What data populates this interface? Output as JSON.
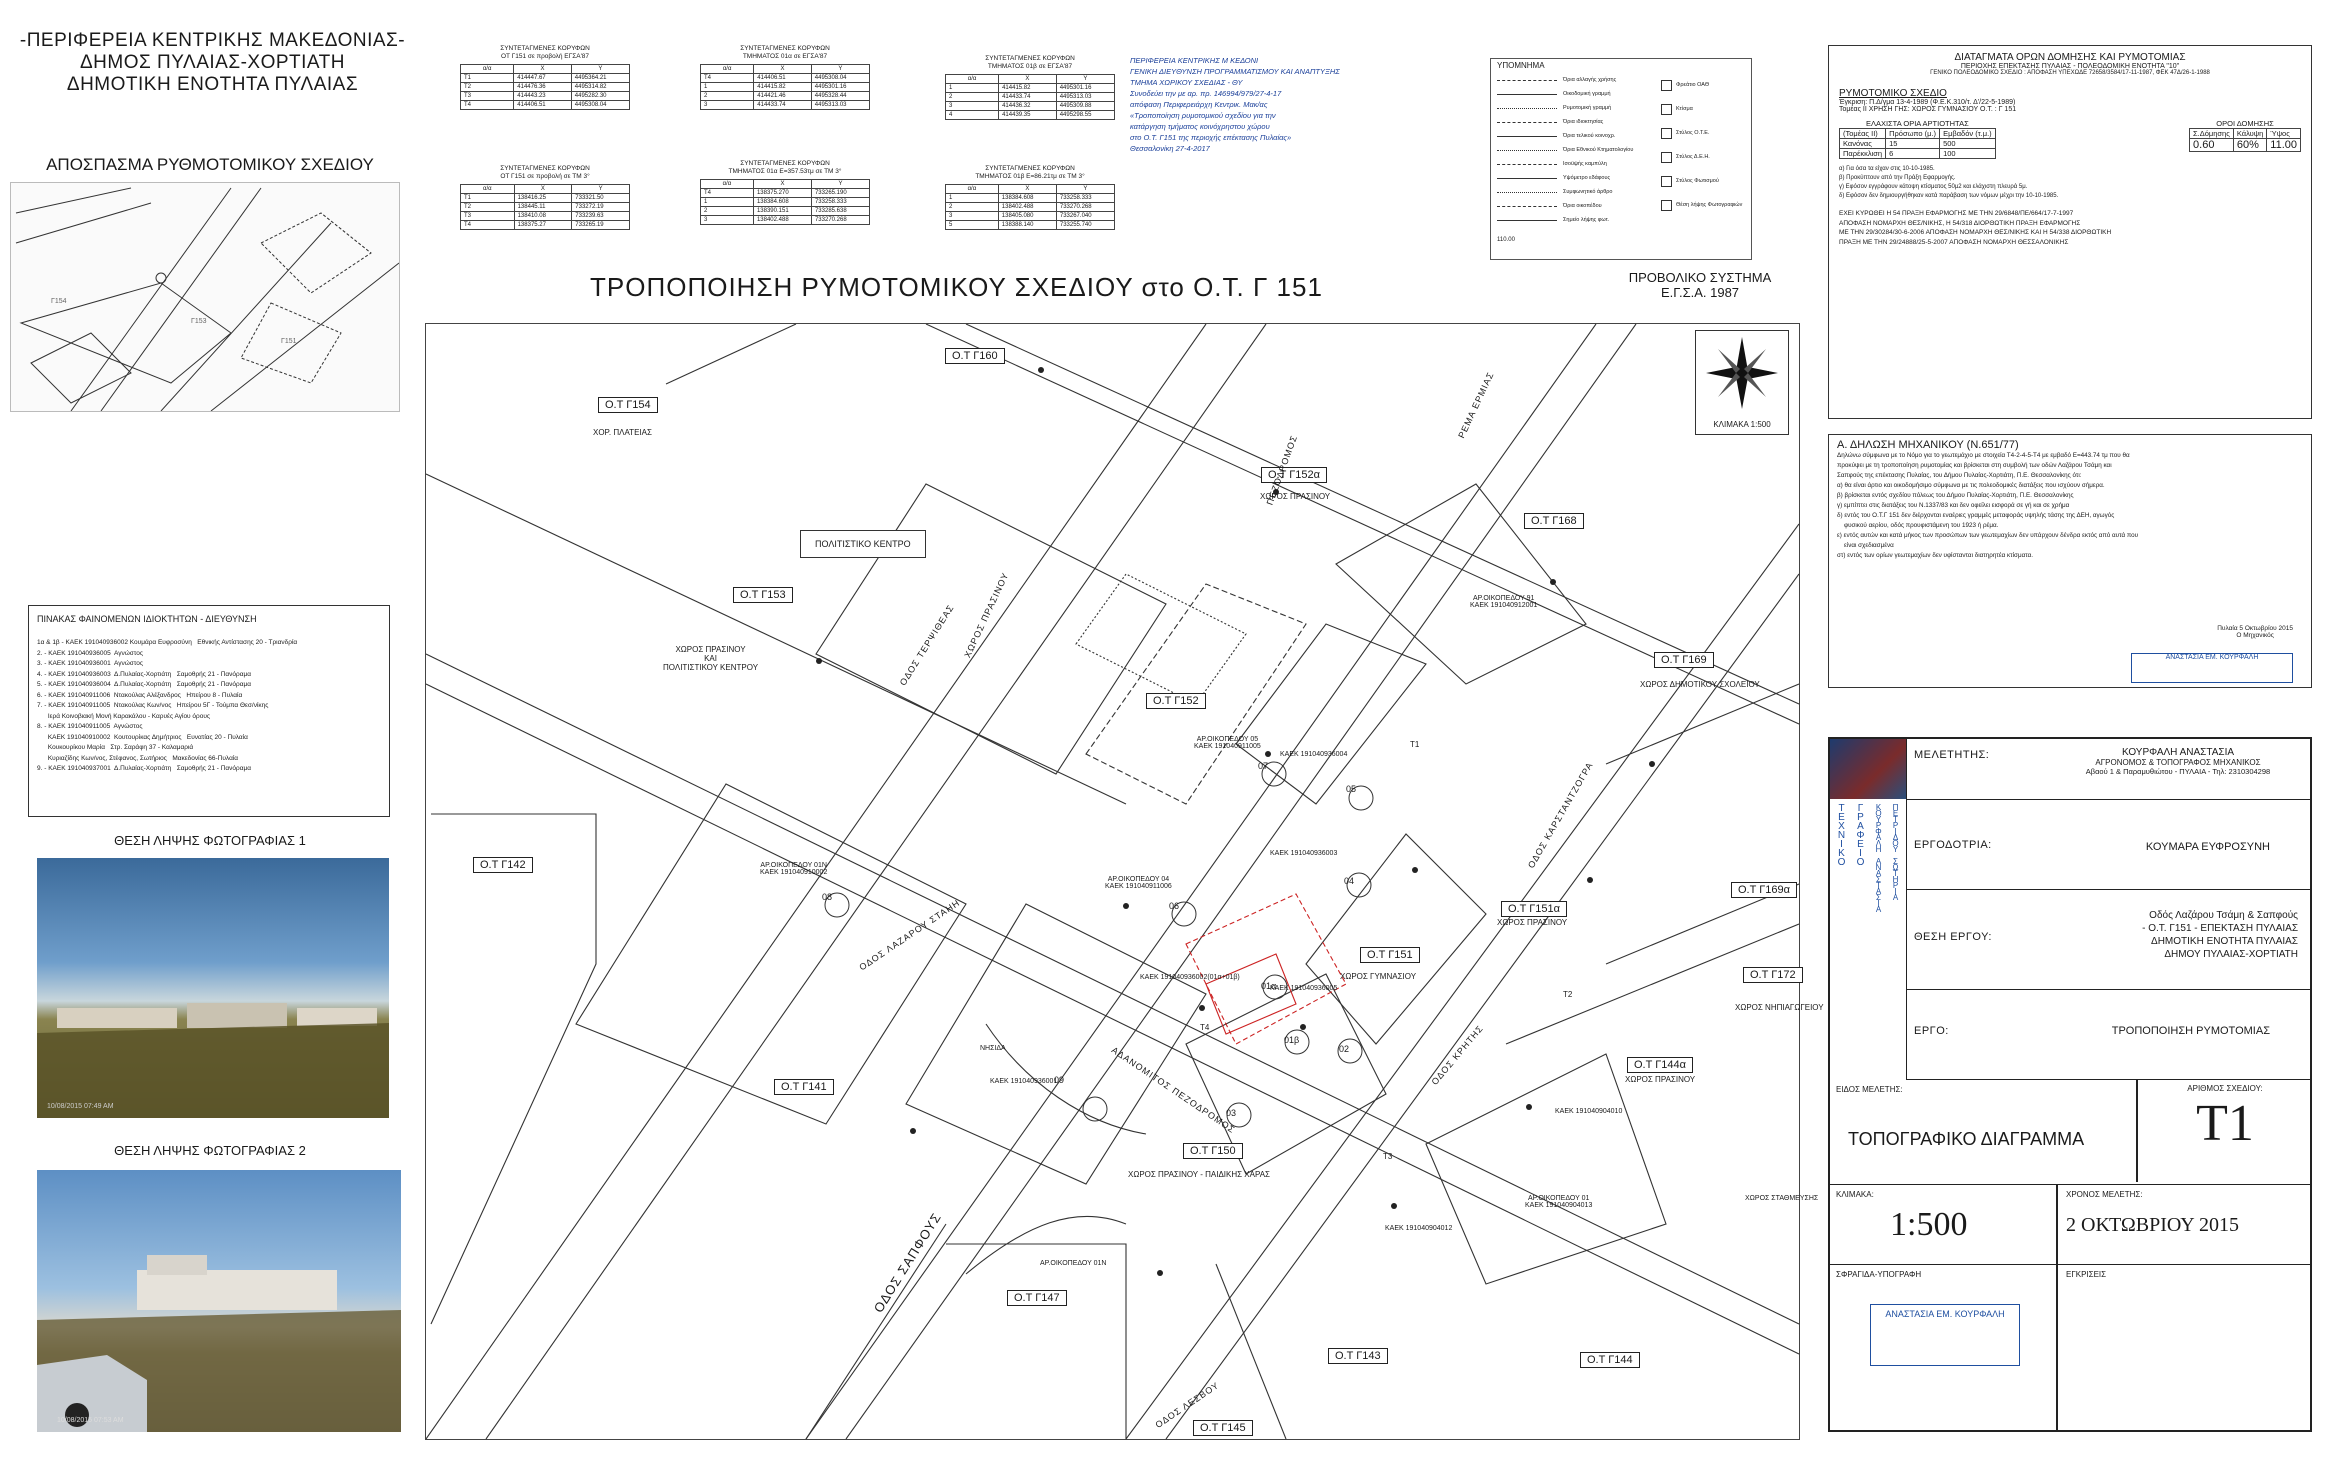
{
  "header_left": {
    "line1": "-ΠΕΡΙΦΕΡΕΙΑ ΚΕΝΤΡΙΚΗΣ ΜΑΚΕΔΟΝΙΑΣ-",
    "line2": "ΔΗΜΟΣ ΠΥΛΑΙΑΣ-ΧΟΡΤΙΑΤΗ",
    "line3": "ΔΗΜΟΤΙΚΗ ΕΝΟΤΗΤΑ ΠΥΛΑΙΑΣ"
  },
  "excerpt_title": "ΑΠΟΣΠΑΣΜΑ ΡΥΘΜΟΤΟΜΙΚΟΥ ΣΧΕΔΙΟΥ",
  "owners_table": {
    "title": "ΠΙΝΑΚΑΣ ΦΑΙΝΟΜΕΝΩΝ ΙΔΙΟΚΤΗΤΩΝ - ΔΙΕΥΘΥΝΣΗ",
    "rows": [
      "1α & 1β - ΚΑΕΚ 191040936002 Κουμάρα Ευφροσύνη   Εθνικής Αντίστασης 20 - Τριανδρία",
      "2. - ΚΑΕΚ 191040936005  Αγνώστος",
      "3. - ΚΑΕΚ 191040936001  Αγνώστος",
      "4. - ΚΑΕΚ 191040936003  Δ.Πυλαίας-Χορτιάτη   Σαμοθρής 21 - Πανόραμα",
      "5. - ΚΑΕΚ 191040936004  Δ.Πυλαίας-Χορτιάτη   Σαμοθρής 21 - Πανόραμα",
      "6. - ΚΑΕΚ 191040911006  Ντακούλας Αλέξανδρος   Ηπείρου 8 - Πυλαία",
      "7. - ΚΑΕΚ 191040911005  Ντακούλας Κων/νος   Ηπείρου 5Γ - Τούμπα Θεσ/νίκης",
      "      Ιερά Κοινοβιακή Μονή Καρακάλου - Καρυές Αγίου όρους",
      "8. - ΚΑΕΚ 191040911005  Αγνώστος",
      "      ΚΑΕΚ 191040910002  Κουτουρίκας Δημήτριος   Ευνατίας 20 - Πυλαία",
      "      Κουκουρίκου Μαρία   Στρ. Σαράφη 37 - Καλαμαριά",
      "      Κυριαζίδης Κων/νος, Στέφανος, Σωτήριος   Μακεδονίας 66-Πυλαία",
      "9. - ΚΑΕΚ 191040937001  Δ.Πυλαίας-Χορτιάτη   Σαμοθρής 21 - Πανόραμα"
    ]
  },
  "photo1": {
    "title": "ΘΕΣΗ ΛΗΨΗΣ ΦΩΤΟΓΡΑΦΙΑΣ 1",
    "stamp": "10/08/2015 07:49 AM"
  },
  "photo2": {
    "title": "ΘΕΣΗ ΛΗΨΗΣ ΦΩΤΟΓΡΑΦΙΑΣ 2",
    "stamp": "10/08/2015 07:53 AM"
  },
  "coord_tables": [
    {
      "title": "ΣΥΝΤΕΤΑΓΜΕΝΕΣ ΚΟΡΥΦΩΝ\nΟΤ Γ151 σε προβολή ΕΓΣΑ'87",
      "header": [
        "α/α",
        "Χ",
        "Υ"
      ],
      "rows": [
        [
          "Τ1",
          "414447.67",
          "4495364.21"
        ],
        [
          "Τ2",
          "414476.36",
          "4495314.82"
        ],
        [
          "Τ3",
          "414443.23",
          "4495282.30"
        ],
        [
          "Τ4",
          "414406.51",
          "4495308.04"
        ]
      ]
    },
    {
      "title": "ΣΥΝΤΕΤΑΓΜΕΝΕΣ ΚΟΡΥΦΩΝ\nΤΜΗΜΑΤΟΣ 01α σε ΕΓΣΑ'87",
      "header": [
        "α/α",
        "Χ",
        "Υ"
      ],
      "rows": [
        [
          "Τ4",
          "414406.51",
          "4495308.04"
        ],
        [
          "1",
          "414415.82",
          "4495301.16"
        ],
        [
          "2",
          "414421.46",
          "4495328.44"
        ],
        [
          "3",
          "414433.74",
          "4495313.03"
        ]
      ]
    },
    {
      "title": "ΣΥΝΤΕΤΑΓΜΕΝΕΣ ΚΟΡΥΦΩΝ\nΤΜΗΜΑΤΟΣ 01β σε ΕΓΣΑ'87",
      "header": [
        "α/α",
        "Χ",
        "Υ"
      ],
      "rows": [
        [
          "1",
          "414415.82",
          "4495301.16"
        ],
        [
          "2",
          "414433.74",
          "4495313.03"
        ],
        [
          "3",
          "414436.32",
          "4495309.88"
        ],
        [
          "4",
          "414439.35",
          "4495298.55"
        ]
      ]
    },
    {
      "title": "ΣΥΝΤΕΤΑΓΜΕΝΕΣ ΚΟΡΥΦΩΝ\nΟΤ Γ151 σε προβολή σε ΤΜ 3°",
      "header": [
        "α/α",
        "Χ",
        "Υ"
      ],
      "rows": [
        [
          "Τ1",
          "138416.25",
          "733321.50"
        ],
        [
          "Τ2",
          "138445.11",
          "733272.19"
        ],
        [
          "Τ3",
          "138410.08",
          "733239.63"
        ],
        [
          "Τ4",
          "138375.27",
          "733265.19"
        ]
      ]
    },
    {
      "title": "ΣΥΝΤΕΤΑΓΜΕΝΕΣ ΚΟΡΥΦΩΝ\nΤΜΗΜΑΤΟΣ 01α Ε=357.53τμ σε ΤΜ 3°",
      "header": [
        "α/α",
        "Χ",
        "Υ"
      ],
      "rows": [
        [
          "Τ4",
          "138375.270",
          "733265.190"
        ],
        [
          "1",
          "138384.608",
          "733258.333"
        ],
        [
          "2",
          "138390.151",
          "733285.638"
        ],
        [
          "3",
          "138402.488",
          "733270.268"
        ]
      ]
    },
    {
      "title": "ΣΥΝΤΕΤΑΓΜΕΝΕΣ ΚΟΡΥΦΩΝ\nΤΜΗΜΑΤΟΣ 01β Ε=86.21τμ σε ΤΜ 3°",
      "header": [
        "α/α",
        "Χ",
        "Υ"
      ],
      "rows": [
        [
          "1",
          "138384.608",
          "733258.333"
        ],
        [
          "2",
          "138402.488",
          "733270.268"
        ],
        [
          "3",
          "138405.080",
          "733267.040"
        ],
        [
          "5",
          "138388.140",
          "733255.740"
        ]
      ]
    }
  ],
  "approval_stamp": {
    "lines": [
      "ΠΕΡΙΦΕΡΕΙΑ ΚΕΝΤΡΙΚΗΣ Μ ΚΕΔΟΝΙ",
      "ΓΕΝΙΚΗ ΔΙΕΥΘΥΝΣΗ ΠΡΟΓΡΑΜΜΑΤΙΣΜΟΥ ΚΑΙ ΑΝΑΠΤΥΞΗΣ",
      "ΤΜΗΜΑ ΧΩΡΙΚΟΥ ΣΧΕΔΙΑΣ - ΘΥ",
      "Συνοδεύει την με αρ. πρ. 146994/979/27-4-17",
      "απόφαση Περιφερειάρχη Κεντρικ. Μακ/ας",
      "«Τροποποίηση ρυμοτομικού σχεδίου για την",
      "κατάργηση τμήματος κοινόχρηστου χώρου",
      "στο Ο.Τ. Γ151 της περιοχής επέκτασης Πυλαίας»",
      "Θεσσαλονίκη 27-4-2017"
    ]
  },
  "legend": {
    "title": "ΥΠΟΜΝΗΜΑ",
    "items": [
      "Όρια αλλαγής χρήσης",
      "Οικοδομική γραμμή",
      "Ρυμοτομική γραμμή",
      "Όρια ιδιοκτησίας",
      "Όρια τελικού κοινοχρ.",
      "Όρια Εθνικού Κτηματολογίου",
      "Ισοϋψής καμπύλη",
      "Υψόμετρο εδάφους",
      "Συμφωνητικό άρθρο",
      "Όρια οικοπέδου",
      "Σημείο λήψης φωτ."
    ],
    "right_items": [
      "Φρεάτιο ΟΑΘ",
      "Κτίσμα",
      "Στύλος Ο.Τ.Ε.",
      "Στύλος Δ.Ε.Η.",
      "Στύλος Φωτισμού",
      "Θέση λήψης Φωτογραφιών"
    ],
    "elev": "110.00"
  },
  "main_title": "ΤΡΟΠΟΠΟΙΗΣΗ ΡΥΜΟΤΟΜΙΚΟΥ ΣΧΕΔΙΟΥ στο Ο.Τ. Γ 151",
  "projection": {
    "line1": "ΠΡΟΒΟΛΙΚΟ ΣΥΣΤΗΜΑ",
    "line2": "Ε.Γ.Σ.Α. 1987"
  },
  "map": {
    "scale_label": "ΚΛΙΜΑΚΑ 1:500",
    "blocks": [
      {
        "name": "Ο.Τ Γ160",
        "note": ""
      },
      {
        "name": "Ο.Τ Γ154",
        "note": "ΧΟΡ. ΠΛΑΤΕΙΑΣ"
      },
      {
        "name": "Ο.Τ Γ153",
        "note": "ΧΩΡΟΣ ΠΡΑΣΙΝΟΥ\nΚΑΙ\nΠΟΛΙΤΙΣΤΙΚΟΥ ΚΕΝΤΡΟΥ"
      },
      {
        "name": "Ο.Τ Γ152α",
        "note": "ΧΩΡΟΣ ΠΡΑΣΙΝΟΥ"
      },
      {
        "name": "Ο.Τ Γ168",
        "note": ""
      },
      {
        "name": "Ο.Τ Γ169",
        "note": "ΧΩΡΟΣ ΔΗΜΟΤΙΚΟΥ ΣΧΟΛΕΙΟΥ"
      },
      {
        "name": "Ο.Τ Γ152",
        "note": ""
      },
      {
        "name": "Ο.Τ Γ142",
        "note": ""
      },
      {
        "name": "Ο.Τ Γ151",
        "note": "ΧΩΡΟΣ ΓΥΜΝΑΣΙΟΥ"
      },
      {
        "name": "Ο.Τ Γ151α",
        "note": "ΧΩΡΟΣ ΠΡΑΣΙΝΟΥ"
      },
      {
        "name": "Ο.Τ Γ169α",
        "note": ""
      },
      {
        "name": "Ο.Τ Γ172",
        "note": "ΧΩΡΟΣ ΝΗΠΙΑΓΩΓΕΙΟΥ"
      },
      {
        "name": "Ο.Τ Γ144α",
        "note": "ΧΩΡΟΣ ΠΡΑΣΙΝΟΥ"
      },
      {
        "name": "Ο.Τ Γ141",
        "note": ""
      },
      {
        "name": "Ο.Τ Γ150",
        "note": "ΧΩΡΟΣ ΠΡΑΣΙΝΟΥ - ΠΑΙΔΙΚΗΣ ΧΑΡΑΣ"
      },
      {
        "name": "Ο.Τ Γ147",
        "note": ""
      },
      {
        "name": "Ο.Τ Γ143",
        "note": ""
      },
      {
        "name": "Ο.Τ Γ144",
        "note": ""
      },
      {
        "name": "Ο.Τ Γ145",
        "note": ""
      }
    ],
    "streets": [
      "ΟΔΟΣ ΤΕΡΨΙΘΕΑΣ",
      "ΟΔΟΣ ΛΑΖΑΡΟΥ ΣΤΑΗΗ",
      "ΟΔΟΣ ΣΑΠΦΟΥΣ",
      "ΟΔΟΣ ΚΡΗΤΗΣ",
      "ΟΔΟΣ ΚΑΡΣΤΑΝΤΖΟΓΡΑ",
      "ΟΔΟΣ ΛΕΣΒΟΥ",
      "ΠΕΖΟΔΡΟΜΟΣ",
      "ΧΩΡΟΣ ΠΡΑΣΙΝΟΥ",
      "ΡΕΜΑ ΕΡΜΙΑΣ",
      "ΑΔΑΝΟΜΙΤΟΣ ΠΕΖΟΔΡΟΜΟΣ"
    ],
    "cultural": "ΠΟΛΙΤΙΣΤΙΚΟ ΚΕΝΤΡΟ",
    "parcels": [
      {
        "num": "07",
        "text": "ΑΡ.ΟΙΚΟΠΕΔΟΥ 05\nΚΑΕΚ 191040911005"
      },
      {
        "num": "06",
        "text": "ΑΡ.ΟΙΚΟΠΕΔΟΥ 04\nΚΑΕΚ 191040911006"
      },
      {
        "num": "05",
        "text": "ΚΑΕΚ 191040936004"
      },
      {
        "num": "04",
        "text": "ΚΑΕΚ 191040936003"
      },
      {
        "num": "08",
        "text": "ΑΡ.ΟΙΚΟΠΕΔΟΥ 01Ν\nΚΑΕΚ 191040910002"
      },
      {
        "num": "01α",
        "text": "ΚΑΕΚ 191040936002(01α+01β)"
      },
      {
        "num": "01β",
        "text": ""
      },
      {
        "num": "02",
        "text": "ΚΑΕΚ 191040936005"
      },
      {
        "num": "03",
        "text": "ΚΑΕΚ 191040936001"
      },
      {
        "num": "09",
        "text": "ΝΗΣΙΔΑ"
      }
    ],
    "points": [
      "Τ1",
      "Τ2",
      "Τ3",
      "Τ4"
    ],
    "misc": [
      "ΑΡ.ΟΙΚΟΠΕΔΟΥ 01Ν",
      "ΚΑΕΚ 191040904010",
      "ΚΑΕΚ 191040904012",
      "ΑΡ.ΟΙΚΟΠΕΔΟΥ 01\nΚΑΕΚ 191040904013",
      "ΧΩΡΟΣ ΣΤΑΘΜΕΥΣΗΣ",
      "ΑΡ.ΟΙΚΟΠΕΔΟΥ 91\nΚΑΕΚ 191040912001"
    ]
  },
  "decrees": {
    "title": "ΔΙΑΤΑΓΜΑΤΑ ΟΡΩΝ ΔΟΜΗΣΗΣ ΚΑΙ ΡΥΜΟΤΟΜΙΑΣ",
    "sub1": "ΠΕΡΙΟΧΗΣ ΕΠΕΚΤΑΣΗΣ ΠΥΛΑΙΑΣ - ΠΟΛΕΟΔΟΜΙΚΗ ΕΝΟΤΗΤΑ \"10\"",
    "sub2": "ΓΕΝΙΚΟ ΠΟΛΕΟΔΟΜΙΚΟ ΣΧΕΔΙΟ : ΑΠΟΦΑΣΗ ΥΠΕΧΩΔΕ 72658/3584/17-11-1987, ΦΕΚ 47Δ/26-1-1988",
    "plan_title": "ΡΥΜΟΤΟΜΙΚΟ ΣΧΕΔΙΟ",
    "plan_line1": "Έγκριση: Π.Δ/γμα 13-4-1989 (Φ.Ε.Κ.310/τ. Δ'/22-5-1989)",
    "plan_line2": "Τομέας ΙΙ   ΧΡΗΣΗ ΓΗΣ: ΧΩΡΟΣ ΓΥΜΝΑΣΙΟΥ   Ο.Τ. : Γ 151",
    "min_title": "ΕΛΑΧΙΣΤΑ ΟΡΙΑ ΑΡΤΙΟΤΗΤΑΣ",
    "build_title": "ΟΡΟΙ ΔΟΜΗΣΗΣ",
    "min_header": [
      "(Τομέας ΙΙ)",
      "Πρόσωπο (μ.)",
      "Εμβαδόν (τ.μ.)"
    ],
    "min_rows": [
      [
        "Κανόνας",
        "15",
        "500"
      ],
      [
        "Παρέκκλιση",
        "6",
        "100"
      ]
    ],
    "build_header": [
      "Σ.Δόμησης",
      "Κάλυψη",
      "Ύψος"
    ],
    "build_row": [
      "0.60",
      "60%",
      "11.00"
    ],
    "notes": [
      "α) Για όσα τα είχαν στις 10-10-1985.",
      "β) Προκύπτουν από την Πράξη Εφαρμογής.",
      "γ) Εφόσον εγγράφουν κάτοψη κτίσματος 50μ2 και ελάχιστη πλευρά 5μ.",
      "δ) Εφόσον δεν δημιουργήθηκαν κατά παράβαση των νόμων μέχρι την 10-10-1985."
    ],
    "ratified": [
      "ΕΧΕΙ ΚΥΡΩΘΕΙ Η 54 ΠΡΑΞΗ ΕΦΑΡΜΟΓΗΣ ΜΕ ΤΗΝ 29/6848/ΠΕ/664/17-7-1997",
      "ΑΠΟΦΑΣΗ ΝΟΜΑΡΧΗ ΘΕΣ/ΝΙΚΗΣ, Η 54/318 ΔΙΟΡΘΩΤΙΚΗ ΠΡΑΞΗ ΕΦΑΡΜΟΓΗΣ",
      "ΜΕ ΤΗΝ 29/30284/30-6-2006 ΑΠΟΦΑΣΗ ΝΟΜΑΡΧΗ ΘΕΣ/ΝΙΚΗΣ ΚΑΙ Η 54/338 ΔΙΟΡΘΩΤΙΚΗ",
      "ΠΡΑΞΗ ΜΕ ΤΗΝ 29/24888/25-5-2007 ΑΠΟΦΑΣΗ ΝΟΜΑΡΧΗ ΘΕΣΣΑΛΟΝΙΚΗΣ"
    ]
  },
  "engineer": {
    "title": "Α. ΔΗΛΩΣΗ ΜΗΧΑΝΙΚΟΥ (Ν.651/77)",
    "lines": [
      "Δηλώνω σύμφωνα με το Νόμο για το γεωτεμάχιο με στοιχεία Τ4-2-4-5-Τ4 με εμβαδό Ε=443.74 τμ που θα",
      "προκύψει με τη τροποποίηση ρυμοτομίας και βρίσκεται στη συμβολή των οδών Λαζάρου Τσάμη και",
      "Σαπφούς της επέκτασης Πυλαίας, του Δήμου Πυλαίας-Χορτιάτη, Π.Ε. Θεσσαλονίκης ότι:",
      "α) θα είναι άρτιο και οικοδομήσιμο σύμφωνα με τις πολεοδομικές διατάξεις που ισχύουν σήμερα.",
      "β) βρίσκεται εντός σχεδίου πόλεως του Δήμου Πυλαίας-Χορτιάτη, Π.Ε. Θεσσαλονίκης",
      "γ) εμπίπτει στις διατάξεις του Ν.1337/83 και δεν οφείλει εισφορά σε γή και σε χρήμα",
      "δ) εντός του Ο.Τ.Γ 151 δεν διέρχονται εναέριες γραμμές μεταφοράς υψηλής τάσης της ΔΕΗ, αγωγός",
      "    φυσικού αερίου, οδός προυφιστάμενη του 1923 ή ρέμα.",
      "ε) εντός αυτών και κατά μήκος των προσώπων των γεωτεμαχίων δεν υπάρχουν δένδρα εκτός από αυτά που",
      "    είναι σχεδιασμένα",
      "στ) εντός των ορίων γεωτεμαχίων δεν υφίστανται διατηρητέα κτίσματα."
    ],
    "date": "Πυλαία 5 Οκτωβρίου 2015",
    "role": "Ο Μηχανικός",
    "stamp": "ΑΝΑΣΤΑΣΙΑ ΕΜ. ΚΟΥΡΦΑΛΗ"
  },
  "title_block": {
    "logo_col1": "ΤΕΧΝΙΚΟ",
    "logo_col2": "ΓΡΑΦΕΙΟ",
    "logo_col3": "ΚΟΥΡΦΑΛΗ ΑΝΑΣΤΑΣΙΑ",
    "logo_col4": "ΠΕΤΡΙΔΟΥ ΣΩΤΗΡΙΑ",
    "designer_label": "ΜΕΛΕΤΗΤΗΣ:",
    "designer_name": "ΚΟΥΡΦΑΛΗ ΑΝΑΣΤΑΣΙΑ",
    "designer_role": "ΑΓΡΟΝΟΜΟΣ & ΤΟΠΟΓΡΑΦΟΣ ΜΗΧΑΝΙΚΟΣ",
    "designer_addr": "Αβαού 1 & Παραμυθιώτου - ΠΥΛΑΙΑ - Τηλ: 2310304298",
    "client_label": "ΕΡΓΟΔΟΤΡΙΑ:",
    "client_name": "ΚΟΥΜΑΡΑ ΕΥΦΡΟΣΥΝΗ",
    "site_label": "ΘΕΣΗ ΕΡΓΟΥ:",
    "site_lines": [
      "Οδός Λαζάρου Τσάμη & Σαπφούς",
      "- Ο.Τ. Γ151 - ΕΠΕΚΤΑΣΗ ΠΥΛΑΙΑΣ",
      "ΔΗΜΟΤΙΚΗ ΕΝΟΤΗΤΑ ΠΥΛΑΙΑΣ",
      "ΔΗΜΟΥ ΠΥΛΑΙΑΣ-ΧΟΡΤΙΑΤΗ"
    ],
    "work_label": "ΕΡΓΟ:",
    "work_name": "ΤΡΟΠΟΠΟΙΗΣΗ ΡΥΜΟΤΟΜΙΑΣ",
    "study_kind_label": "ΕΙΔΟΣ ΜΕΛΕΤΗΣ:",
    "study_kind": "ΤΟΠΟΓΡΑΦΙΚΟ ΔΙΑΓΡΑΜΜΑ",
    "sheet_label": "ΑΡΙΘΜΟΣ ΣΧΕΔΙΟΥ:",
    "sheet_no": "Τ1",
    "scale_label": "ΚΛΙΜΑΚΑ:",
    "scale": "1:500",
    "year_label": "ΧΡΟΝΟΣ ΜΕΛΕΤΗΣ:",
    "date": "2 ΟΚΤΩΒΡΙΟΥ 2015",
    "sign_label": "ΣΦΡΑΓΙΔΑ-ΥΠΟΓΡΑΦΗ",
    "approvals_label": "ΕΓΚΡΙΣΕΙΣ",
    "stamp": "ΑΝΑΣΤΑΣΙΑ ΕΜ. ΚΟΥΡΦΑΛΗ"
  }
}
